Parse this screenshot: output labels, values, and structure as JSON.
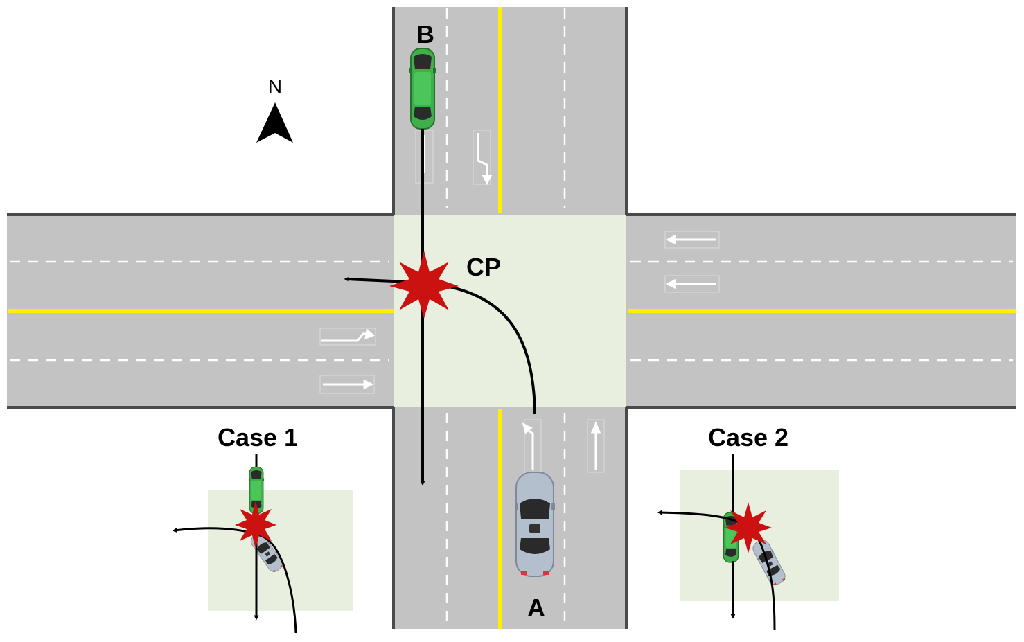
{
  "labels": {
    "vehicle_a": "A",
    "vehicle_b": "B",
    "conflict_point": "CP",
    "north": "N",
    "case_1": "Case 1",
    "case_2": "Case 2"
  },
  "colors": {
    "road": "#c3c3c3",
    "road_edge": "#4a4a4a",
    "center_line": "#ffee00",
    "intersection": "#e9efdf",
    "case_box": "#e9efdf",
    "car_b_body": "#3fae4b",
    "car_a_body": "#a9b5c4",
    "conflict_star": "#cc1111",
    "path": "#000000"
  },
  "icons": [
    "north-arrow-icon",
    "conflict-star-icon",
    "green-car-icon",
    "silver-car-icon",
    "lane-arrow-icon"
  ]
}
